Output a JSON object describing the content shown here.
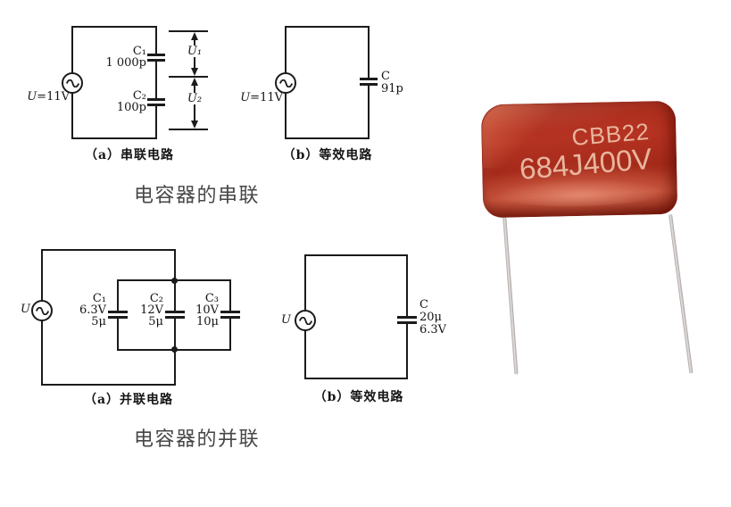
{
  "series_section": {
    "heading": "电容器的串联",
    "circuit_a": {
      "caption": "（a）串联电路",
      "source": {
        "var": "U",
        "suffix": "=11V"
      },
      "cap1": {
        "name": "C₁",
        "value": "1 000p"
      },
      "cap2": {
        "name": "C₂",
        "value": "100p"
      },
      "marks": {
        "u1": "U₁",
        "u2": "U₂"
      }
    },
    "circuit_b": {
      "caption": "（b）等效电路",
      "source": {
        "var": "U",
        "suffix": "=11V"
      },
      "cap": {
        "name": "C",
        "value": "91p"
      }
    }
  },
  "parallel_section": {
    "heading": "电容器的并联",
    "circuit_a": {
      "caption": "（a）并联电路",
      "source": {
        "var": "U",
        "suffix": ""
      },
      "cap1": {
        "name": "C₁",
        "volt": "6.3V",
        "value": "5μ"
      },
      "cap2": {
        "name": "C₂",
        "volt": "12V",
        "value": "5μ"
      },
      "cap3": {
        "name": "C₃",
        "volt": "10V",
        "value": "10μ"
      }
    },
    "circuit_b": {
      "caption": "（b）等效电路",
      "source": {
        "var": "U",
        "suffix": ""
      },
      "cap": {
        "name": "C",
        "value": "20μ",
        "volt": "6.3V"
      }
    }
  },
  "photo": {
    "marking_line1": "CBB22",
    "marking_line2": "684J400V",
    "body_color": "#b23120",
    "marking_color": "#ecc0a8",
    "lead_color": "#c9c4c2"
  }
}
